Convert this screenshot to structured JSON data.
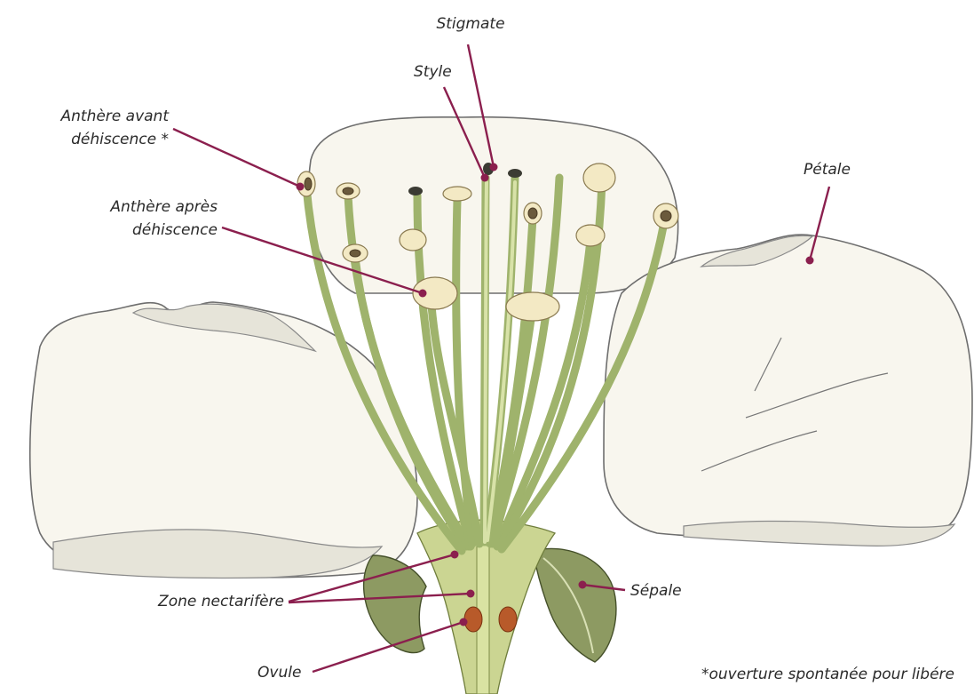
{
  "labels": {
    "stigmate": "Stigmate",
    "style": "Style",
    "anthere_avant_1": "Anthère avant",
    "anthere_avant_2": "déhiscence *",
    "anthere_apres_1": "Anthère après",
    "anthere_apres_2": "déhiscence",
    "petale": "Pétale",
    "zone_nectarifere": "Zone nectarifère",
    "sepale": "Sépale",
    "ovule": "Ovule",
    "footnote": "*ouverture spontanée pour libére"
  },
  "colors": {
    "leader": "#8b1f4e",
    "filament": "#9fb36c",
    "petal": "#f8f6ee",
    "anther": "#f3e9c4",
    "sepal": "#8d9a62",
    "ovule": "#b85a2a"
  }
}
